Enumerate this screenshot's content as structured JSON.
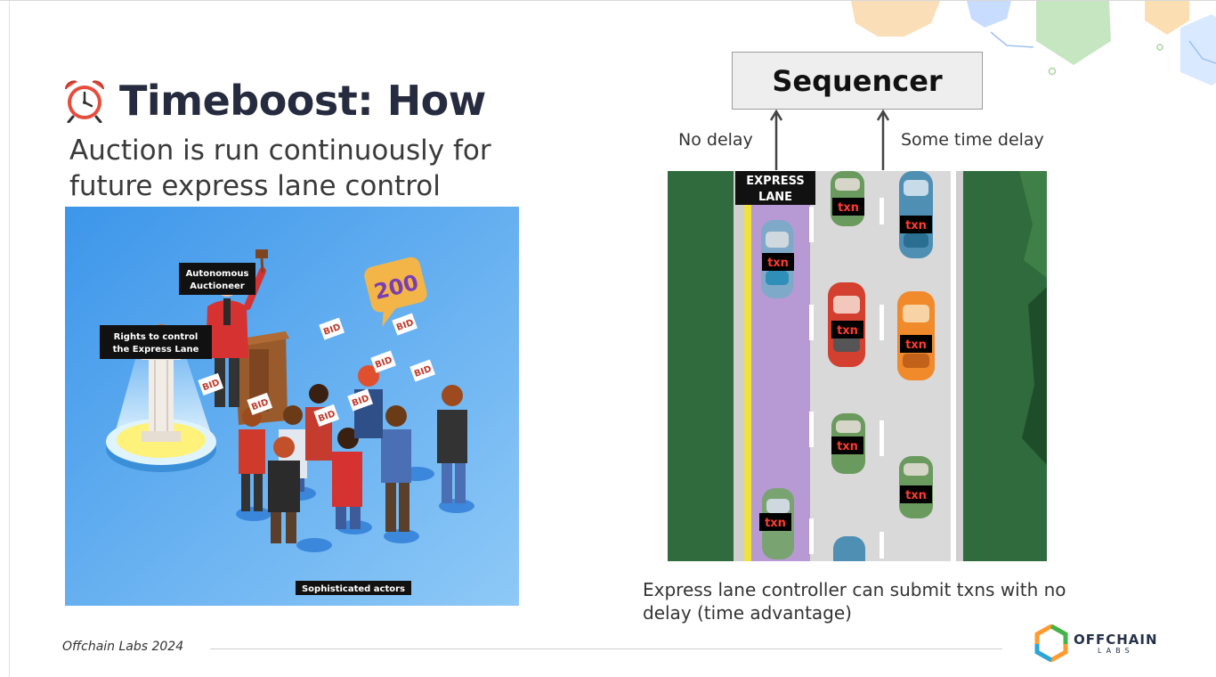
{
  "slide": {
    "title": "Timeboost: How",
    "title_icon": "alarm-clock-icon",
    "subtitle": "Auction is run continuously for future express lane control"
  },
  "auction_image": {
    "label_auctioneer_line1": "Autonomous",
    "label_auctioneer_line2": "Auctioneer",
    "label_rights_line1": "Rights to control",
    "label_rights_line2": "the Express Lane",
    "label_actors": "Sophisticated actors",
    "bid_amount": "200",
    "bid_sign": "BID"
  },
  "diagram": {
    "sequencer_label": "Sequencer",
    "no_delay_label": "No delay",
    "some_delay_label": "Some time delay",
    "express_lane_line1": "EXPRESS",
    "express_lane_line2": "LANE",
    "txn_label": "txn",
    "caption": "Express lane controller can submit txns with no delay (time advantage)"
  },
  "footer": {
    "text": "Offchain Labs 2024",
    "logo_name": "OFFCHAIN",
    "logo_sub": "LABS"
  },
  "colors": {
    "title": "#262b3f",
    "auction_bg": "#4fa8ef",
    "express_lane": "#b79ad3",
    "road": "#d9d9d9",
    "grass": "#2f6b3c",
    "txn_text": "#ff3b2f"
  }
}
